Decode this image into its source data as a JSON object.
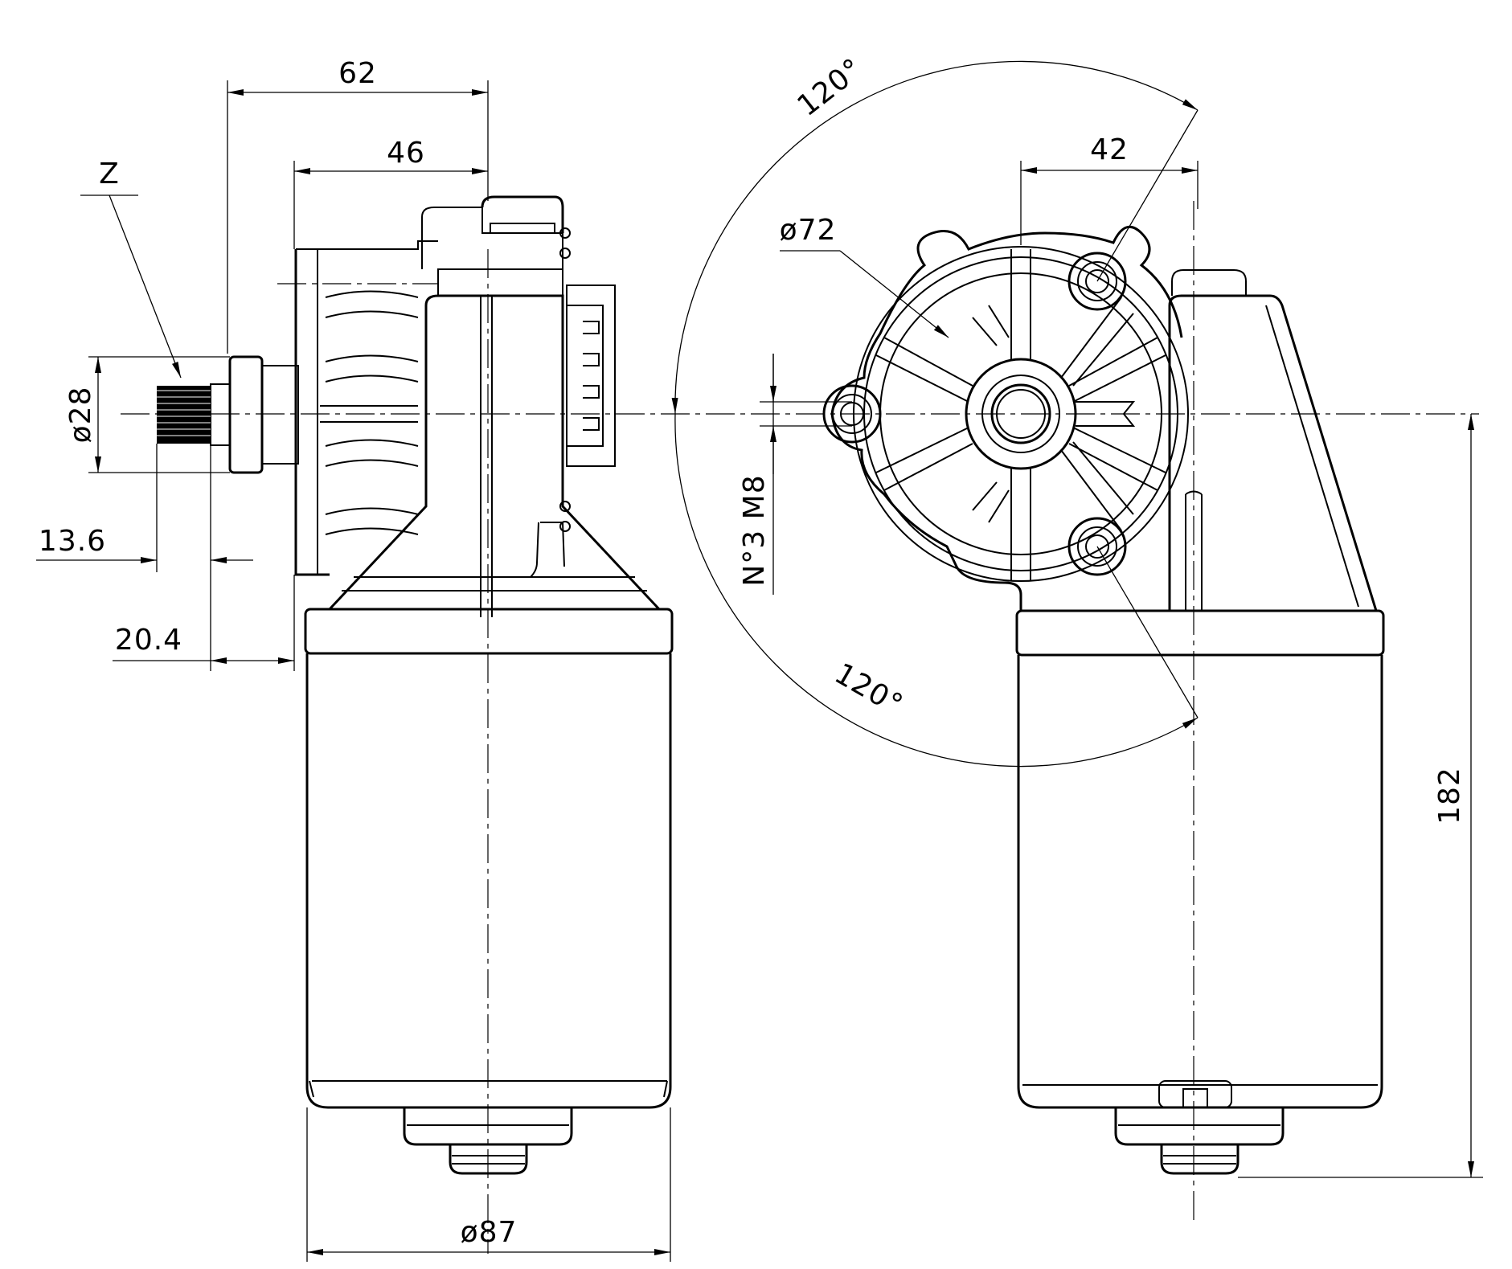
{
  "dimensions": {
    "d62": "62",
    "d46": "46",
    "z_label": "Z",
    "d28": "ø28",
    "d13_6": "13.6",
    "d20_4": "20.4",
    "d87": "ø87",
    "ang1": "120°",
    "ang2": "120°",
    "d42": "42",
    "d72": "ø72",
    "thread": "N°3 M8",
    "d182": "182"
  }
}
